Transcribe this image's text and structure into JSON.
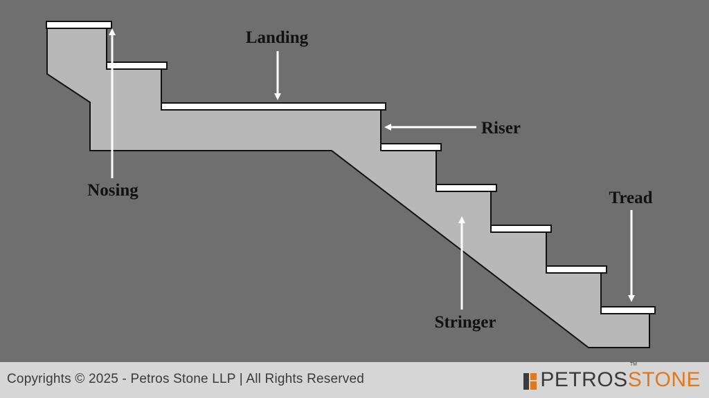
{
  "colors": {
    "background": "#6f6f6f",
    "stair_fill": "#b9b8b9",
    "tread_fill": "#ffffff",
    "outline": "#111111",
    "arrow": "#ffffff",
    "footer_bg": "#d6d6d6",
    "brand_dark": "#3a3a3a",
    "brand_orange": "#e0781e"
  },
  "labels": {
    "landing": "Landing",
    "riser": "Riser",
    "nosing": "Nosing",
    "tread": "Tread",
    "stringer": "Stringer"
  },
  "footer": {
    "copyright": "Copyrights © 2025 - Petros Stone LLP | All Rights Reserved",
    "logo_part1": "PETROS",
    "logo_part2": "STONE",
    "trademark": "TM"
  }
}
